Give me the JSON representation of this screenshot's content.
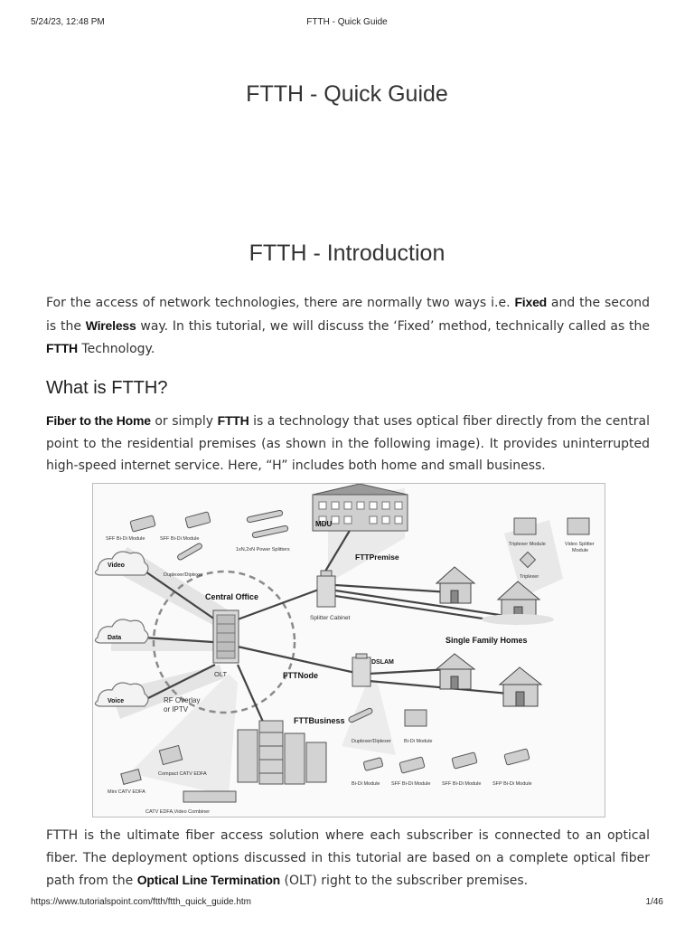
{
  "print_header": {
    "datetime": "5/24/23, 12:48 PM",
    "page_title": "FTTH - Quick Guide"
  },
  "document": {
    "title": "FTTH - Quick Guide",
    "section_title": "FTTH - Introduction",
    "intro": {
      "t1": "For the access of network technologies, there are normally two ways i.e. ",
      "fixed": "Fixed",
      "t2": " and the second is the ",
      "wireless": "Wireless",
      "t3": " way. In this tutorial, we will discuss the ‘Fixed’ method, technically called as the ",
      "ftth": "FTTH",
      "t4": " Technology."
    },
    "what_is_heading": "What is FTTH?",
    "what_is": {
      "link1": "Fiber to the Home",
      "t1": " or simply ",
      "link2": "FTTH",
      "t2": " is a technology that uses optical fiber directly from the central point to the residential premises (as shown in the following image). It provides uninterrupted high-speed internet service. Here, “H” includes both home and small business."
    },
    "ultimate": {
      "t1": "FTTH is the ultimate fiber access solution where each subscriber is connected to an optical fiber. The deployment options discussed in this tutorial are based on a complete optical fiber path from the ",
      "olt_link": "Optical Line Termination",
      "t2": " (OLT) right to the subscriber premises."
    }
  },
  "diagram": {
    "labels": {
      "sff_bidi_1": "SFF Bi-Di Module",
      "sff_bidi_2": "SFF Bi-Di Module",
      "splitters": "1xN,2xN Power Splitters",
      "mdu": "MDU",
      "fttpremise": "FTTPremise",
      "triplexer_module": "Triplexer Module",
      "video_splitter": "Video Splitter",
      "video_splitter_2": "Module",
      "triplexer": "Triplexer",
      "video": "Video",
      "duplexer": "Duplexer/Diplexer",
      "central_office": "Central Office",
      "splitter_cabinet": "Splitter Cabinet",
      "data": "Data",
      "single_family": "Single Family Homes",
      "dslam": "DSLAM",
      "olt": "OLT",
      "fttnode": "FTTNode",
      "voice": "Voice",
      "rf_overlay": "RF Overlay",
      "or_iptv": "or IPTV",
      "fttbusiness": "FTTBusiness",
      "duplexer_2": "Duplexer/Diplexer",
      "bidi_module_top": "Bi-Di Module",
      "compact_edfa": "Compact CATV EDFA",
      "mini_edfa": "Mini CATV EDFA",
      "bidi_module_bottom": "Bi-Di Module",
      "sff_bidi_3": "SFF Bi-Di Module",
      "sff_bidi_4": "SFF Bi-Di Module",
      "sfp_bidi": "SFP Bi-Di Module",
      "catv_edfa": "CATV EDFA,Video Combiner"
    }
  },
  "print_footer": {
    "url": "https://www.tutorialspoint.com/ftth/ftth_quick_guide.htm",
    "page": "1/46"
  }
}
